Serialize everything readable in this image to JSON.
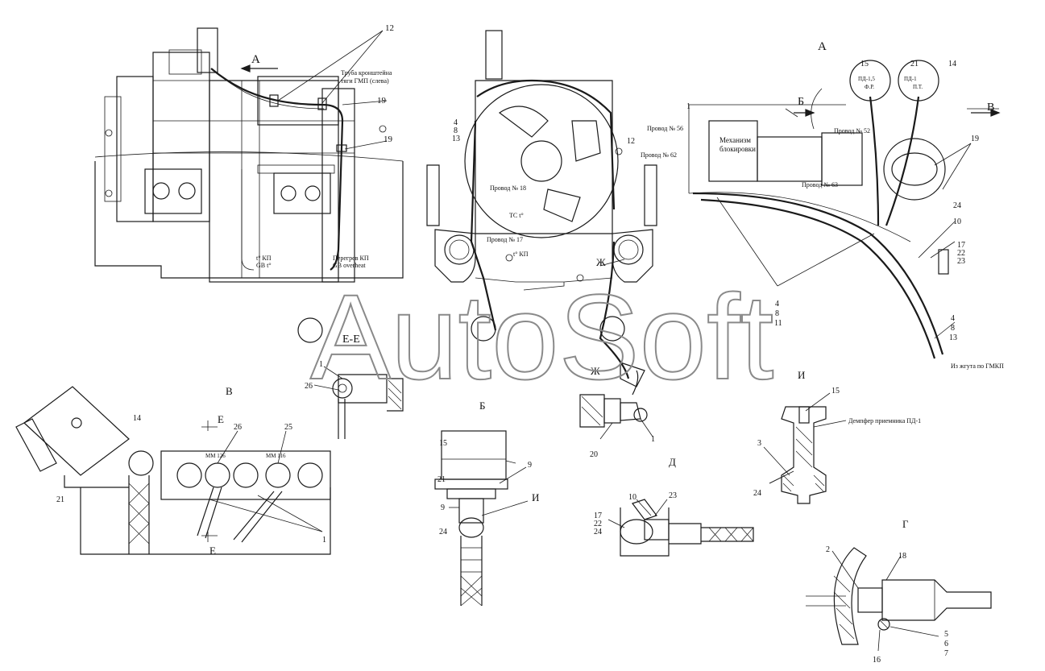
{
  "watermark": "AutoSoft",
  "views": {
    "A_top": "А",
    "A_right": "А",
    "B_right": "Б",
    "V_right": "В",
    "EE": "Е-Е",
    "V": "В",
    "E_top": "Е",
    "E_bottom": "Е",
    "B": "Б",
    "I_callout": "И",
    "Zh_top": "Ж",
    "Zh_bottom": "Ж",
    "D": "Д",
    "I": "И",
    "G": "Г"
  },
  "labels": {
    "tube": "Труба кронштейна",
    "tube2": "тяги ГМП (слева)",
    "tkp": "t° КП",
    "gbt": "GB t°",
    "overheat": "Перегрев КП",
    "overheat_en": "GB overheat",
    "wire56": "Провод № 56",
    "wire62": "Провод № 62",
    "wire52": "Провод № 52",
    "wire63": "Провод № 63",
    "wire18": "Провод № 18",
    "wire17": "Провод № 17",
    "tcT": "ТС t°",
    "tkp2": "t° КП",
    "mech1": "Механизм",
    "mech2": "блокировки",
    "harness": "Из жгута по ГМКП",
    "damper": "Демпфер приемника ПД-1",
    "pd15": "ПД-1,5",
    "pd1": "ПД-1",
    "pf": "Ф.Р.",
    "pt": "П.Т.",
    "mm126": "ММ 126",
    "mm116": "ММ 116"
  },
  "numbers": {
    "n12": "12",
    "n19a": "19",
    "n19b": "19",
    "n4a": "4",
    "n8a": "8",
    "n13a": "13",
    "n12b": "12",
    "n15": "15",
    "n21": "21",
    "n14": "14",
    "n1": "1",
    "n19c": "19",
    "n24": "24",
    "n10": "10",
    "n17": "17",
    "n22": "22",
    "n23": "23",
    "n4b": "4",
    "n8b": "8",
    "n11": "11",
    "n4c": "4",
    "n8c": "8",
    "n13b": "13",
    "n1ee": "1",
    "n26ee": "26",
    "n14v": "14",
    "n21v": "21",
    "n26v": "26",
    "n25v": "25",
    "n1v": "1",
    "n15b": "15",
    "n9a": "9",
    "n21b": "21",
    "n9b": "9",
    "n24b": "24",
    "n20": "20",
    "n1zh": "1",
    "n10d": "10",
    "n23d": "23",
    "n17d": "17",
    "n22d": "22",
    "n24d": "24",
    "n15i": "15",
    "n3i": "3",
    "n24i": "24",
    "n2g": "2",
    "n18g": "18",
    "n5g": "5",
    "n6g": "6",
    "n7g": "7",
    "n16g": "16"
  }
}
